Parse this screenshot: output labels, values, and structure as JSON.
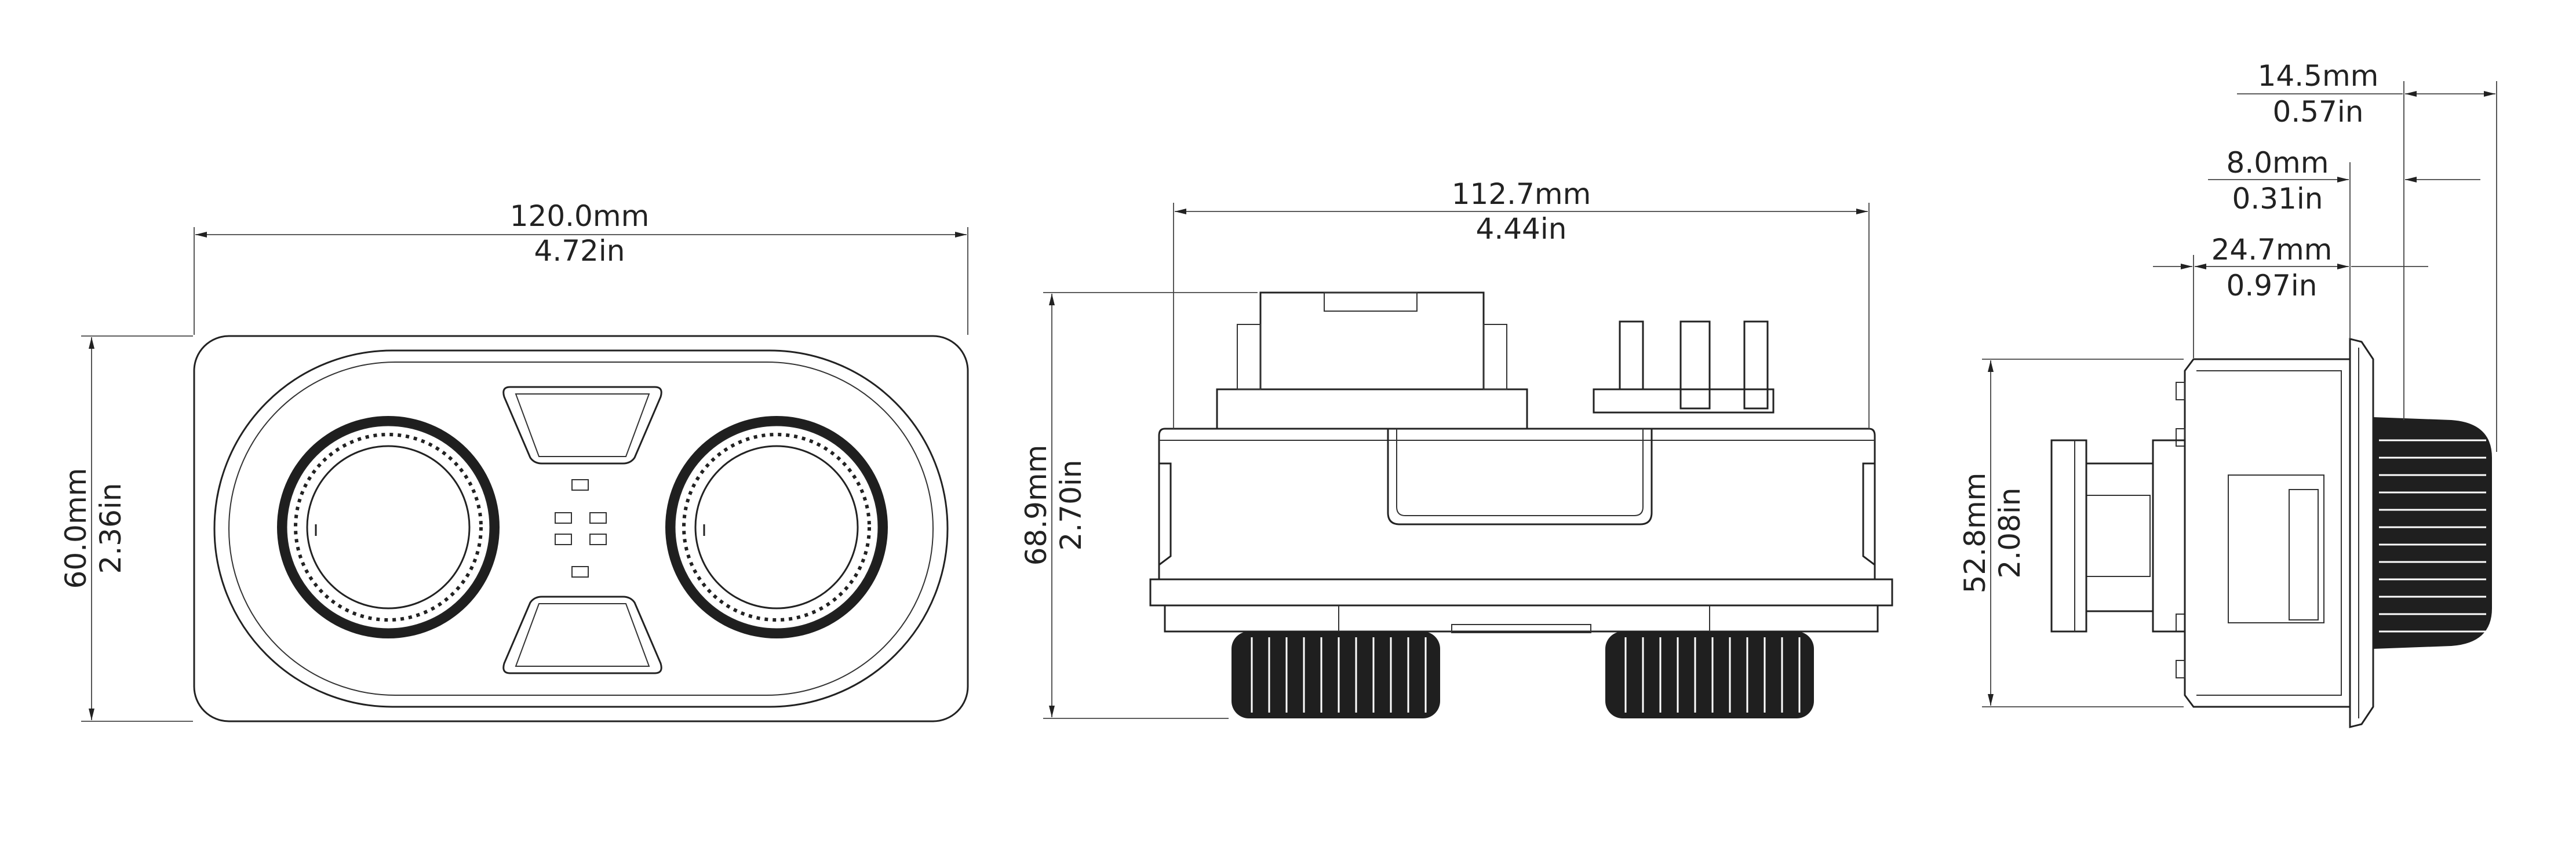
{
  "views": {
    "front": {
      "width_mm": "120.0mm",
      "width_in": "4.72in",
      "height_mm": "60.0mm",
      "height_in": "2.36in"
    },
    "top": {
      "width_mm": "112.7mm",
      "width_in": "4.44in",
      "height_mm": "68.9mm",
      "height_in": "2.70in"
    },
    "side": {
      "dim1_mm": "14.5mm",
      "dim1_in": "0.57in",
      "dim2_mm": "8.0mm",
      "dim2_in": "0.31in",
      "dim3_mm": "24.7mm",
      "dim3_in": "0.97in",
      "height_mm": "52.8mm",
      "height_in": "2.08in"
    }
  },
  "colors": {
    "line": "#222222",
    "knurl": "#1f1f1f",
    "background": "#ffffff"
  }
}
